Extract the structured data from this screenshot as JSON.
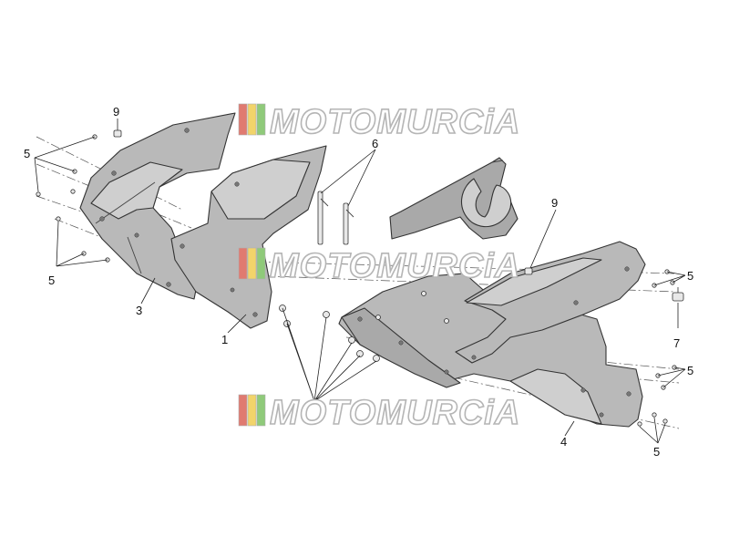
{
  "watermark": {
    "text": "MOTOMURCiA",
    "stripe_colors": [
      "#e07a70",
      "#f2d46a",
      "#8fca7a"
    ]
  },
  "callouts": {
    "c1": "1",
    "c3": "3",
    "c4": "4",
    "c5a": "5",
    "c5b": "5",
    "c5c": "5",
    "c5d": "5",
    "c5e": "5",
    "c6": "6",
    "c7": "7",
    "c9a": "9",
    "c9b": "9"
  },
  "colors": {
    "panel_fill": "#b9b9b9",
    "outline": "#333333",
    "background": "#ffffff"
  }
}
